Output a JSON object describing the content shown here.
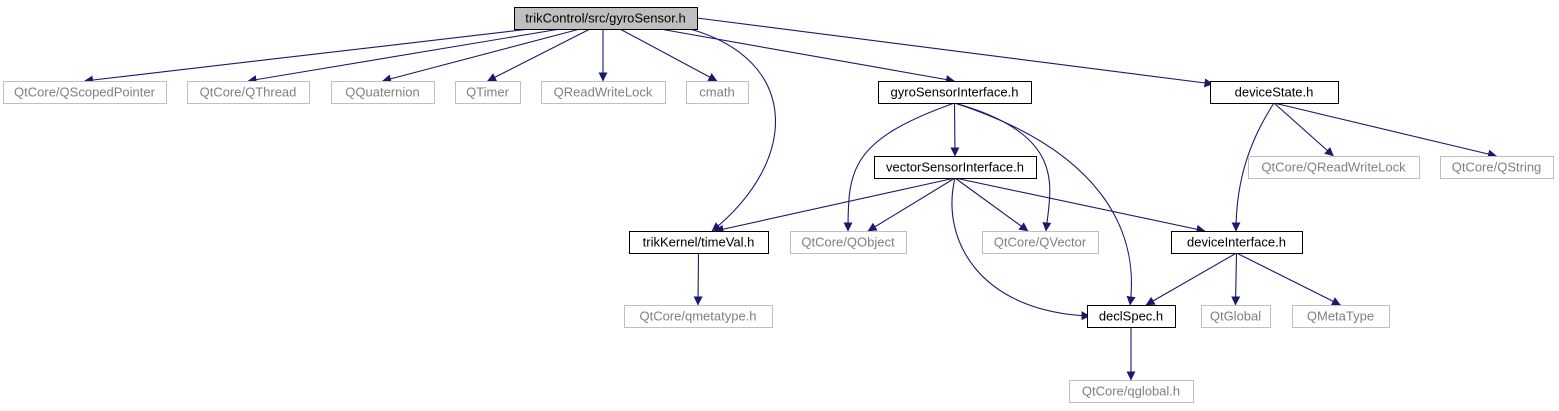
{
  "graph": {
    "root": "trikControl/src/gyroSensor.h",
    "nodes": [
      {
        "id": "root",
        "label": "trikControl/src/gyroSensor.h",
        "kind": "root"
      },
      {
        "id": "qscopedpointer",
        "label": "QtCore/QScopedPointer",
        "kind": "external"
      },
      {
        "id": "qthread",
        "label": "QtCore/QThread",
        "kind": "external"
      },
      {
        "id": "qquaternion",
        "label": "QQuaternion",
        "kind": "external"
      },
      {
        "id": "qtimer",
        "label": "QTimer",
        "kind": "external"
      },
      {
        "id": "qreadwritelock",
        "label": "QReadWriteLock",
        "kind": "external"
      },
      {
        "id": "cmath",
        "label": "cmath",
        "kind": "external"
      },
      {
        "id": "gyrosensorinterface",
        "label": "gyroSensorInterface.h",
        "kind": "project"
      },
      {
        "id": "devicestate",
        "label": "deviceState.h",
        "kind": "project"
      },
      {
        "id": "vectorsensorinterface",
        "label": "vectorSensorInterface.h",
        "kind": "project"
      },
      {
        "id": "qtcore_qreadwritelock",
        "label": "QtCore/QReadWriteLock",
        "kind": "external"
      },
      {
        "id": "qtcore_qstring",
        "label": "QtCore/QString",
        "kind": "external"
      },
      {
        "id": "timeval",
        "label": "trikKernel/timeVal.h",
        "kind": "project"
      },
      {
        "id": "qobject",
        "label": "QtCore/QObject",
        "kind": "external"
      },
      {
        "id": "qvector",
        "label": "QtCore/QVector",
        "kind": "external"
      },
      {
        "id": "deviceinterface",
        "label": "deviceInterface.h",
        "kind": "project"
      },
      {
        "id": "qmetatype_h",
        "label": "QtCore/qmetatype.h",
        "kind": "external"
      },
      {
        "id": "declspec",
        "label": "declSpec.h",
        "kind": "project"
      },
      {
        "id": "qglobal",
        "label": "QtGlobal",
        "kind": "external"
      },
      {
        "id": "qmetatype",
        "label": "QMetaType",
        "kind": "external"
      },
      {
        "id": "qglobal_h",
        "label": "QtCore/qglobal.h",
        "kind": "external"
      }
    ],
    "edges": [
      {
        "from": "root",
        "to": "qscopedpointer"
      },
      {
        "from": "root",
        "to": "qthread"
      },
      {
        "from": "root",
        "to": "qquaternion"
      },
      {
        "from": "root",
        "to": "qtimer"
      },
      {
        "from": "root",
        "to": "qreadwritelock"
      },
      {
        "from": "root",
        "to": "cmath"
      },
      {
        "from": "root",
        "to": "timeval"
      },
      {
        "from": "root",
        "to": "gyrosensorinterface"
      },
      {
        "from": "root",
        "to": "devicestate"
      },
      {
        "from": "gyrosensorinterface",
        "to": "vectorsensorinterface"
      },
      {
        "from": "gyrosensorinterface",
        "to": "qobject"
      },
      {
        "from": "gyrosensorinterface",
        "to": "qvector"
      },
      {
        "from": "gyrosensorinterface",
        "to": "declspec"
      },
      {
        "from": "devicestate",
        "to": "qtcore_qreadwritelock"
      },
      {
        "from": "devicestate",
        "to": "qtcore_qstring"
      },
      {
        "from": "devicestate",
        "to": "deviceinterface"
      },
      {
        "from": "vectorsensorinterface",
        "to": "timeval"
      },
      {
        "from": "vectorsensorinterface",
        "to": "qobject"
      },
      {
        "from": "vectorsensorinterface",
        "to": "qvector"
      },
      {
        "from": "vectorsensorinterface",
        "to": "deviceinterface"
      },
      {
        "from": "vectorsensorinterface",
        "to": "declspec"
      },
      {
        "from": "timeval",
        "to": "qmetatype_h"
      },
      {
        "from": "deviceinterface",
        "to": "declspec"
      },
      {
        "from": "deviceinterface",
        "to": "qglobal"
      },
      {
        "from": "deviceinterface",
        "to": "qmetatype"
      },
      {
        "from": "declspec",
        "to": "qglobal_h"
      }
    ]
  },
  "colors": {
    "edge": "#191970",
    "project_border": "#000000",
    "external_border": "#bfbfbf",
    "external_text": "#808080",
    "root_fill": "#bfbfbf"
  }
}
